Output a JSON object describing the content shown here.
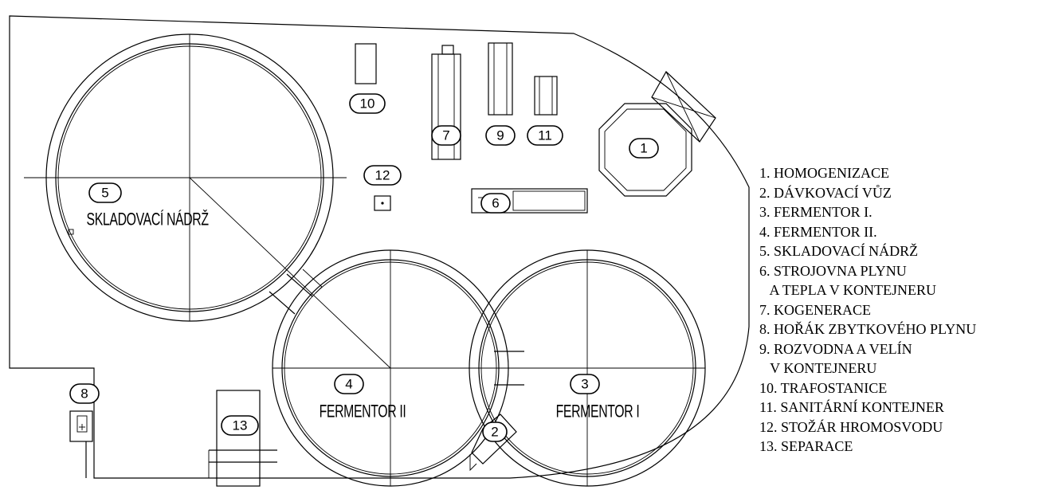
{
  "plan": {
    "units": [
      {
        "id": "1",
        "label": "1"
      },
      {
        "id": "2",
        "label": "2"
      },
      {
        "id": "3",
        "label": "3"
      },
      {
        "id": "4",
        "label": "4"
      },
      {
        "id": "5",
        "label": "5"
      },
      {
        "id": "6",
        "label": "6"
      },
      {
        "id": "7",
        "label": "7"
      },
      {
        "id": "8",
        "label": "8"
      },
      {
        "id": "9",
        "label": "9"
      },
      {
        "id": "10",
        "label": "10"
      },
      {
        "id": "11",
        "label": "11"
      },
      {
        "id": "12",
        "label": "12"
      },
      {
        "id": "13",
        "label": "13"
      }
    ],
    "names": {
      "storage_tank": "SKLADOVACÍ NÁDRŽ",
      "fermentor_2": "FERMENTOR II",
      "fermentor_1": "FERMENTOR I"
    }
  },
  "legend": [
    "1. HOMOGENIZACE",
    "2. DÁVKOVACÍ VŮZ",
    "3. FERMENTOR I.",
    "4. FERMENTOR II.",
    "5. SKLADOVACÍ NÁDRŽ",
    "6. STROJOVNA PLYNU",
    "   A TEPLA V KONTEJNERU",
    "7. KOGENERACE",
    "8. HOŘÁK ZBYTKOVÉHO PLYNU",
    "9. ROZVODNA A VELÍN",
    "   V KONTEJNERU",
    "10. TRAFOSTANICE",
    "11. SANITÁRNÍ KONTEJNER",
    "12. STOŽÁR HROMOSVODU",
    "13. SEPARACE"
  ]
}
